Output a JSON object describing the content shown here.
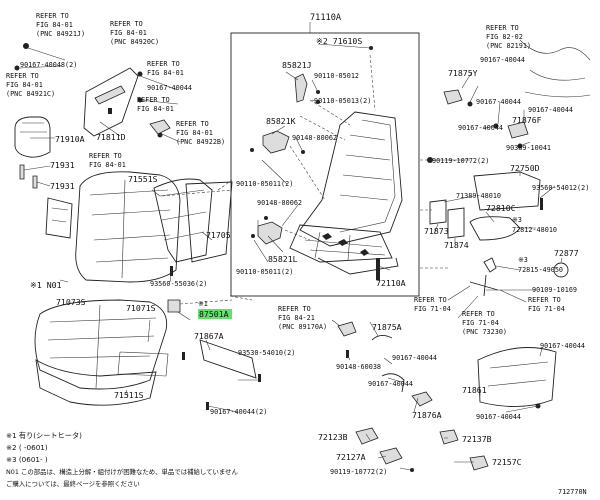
{
  "diagram_id": "712770N",
  "parts": {
    "71110A": "71110A",
    "71610S": "※2 71610S",
    "85821J": "85821J",
    "90110_05012": "90110-05012",
    "90110_05013": "90110-05013(2)",
    "85821K": "85821K",
    "90148_80062a": "90148-80062",
    "90110_05011a": "90110-05011(2)",
    "90148_80062b": "90148-80062",
    "85821L": "85821L",
    "90110_05011b": "90110-05011(2)",
    "72110A": "72110A",
    "71910A": "71910A",
    "71931": "71931",
    "71931b": "71931",
    "71551S": "71551S",
    "71705": "71705",
    "93560_55036": "93560-55036(2)",
    "N01": "※1 N01",
    "71073S": "71073S",
    "71071S": "71071S",
    "87501A_note": "※1",
    "87501A": "87501A",
    "71867A": "71867A",
    "93530_54010": "93530-54010(2)",
    "71511S": "71511S",
    "90167_40044_bl": "90167-40044(2)",
    "90167_40048": "90167-40048(2)",
    "71811D": "71811D",
    "90167_40044_t1": "90167-40044",
    "71875Y": "71875Y",
    "90167_40044_t2": "90167-40044",
    "90167_40044_t3": "90167-40044",
    "90167_40044_t4": "90167-40044",
    "71876F": "71876F",
    "90389_10041": "90389-10041",
    "90119_10772a": "90119-10772(2)",
    "72750D": "72750D",
    "93560_54012": "93560-54012(2)",
    "71389_48010": "71389-48010",
    "72810C": "72810C",
    "72812_48010": "※3\n72812-48010",
    "71873": "71873",
    "71874": "71874",
    "72877": "72877",
    "72815_49050": "※3\n72815-49050",
    "90109_10169": "90109-10169",
    "90148_60038": "90148-60038",
    "71875A": "71875A",
    "90167_40044_m1": "90167-40044",
    "90167_40044_m2": "90167-40044",
    "71876A": "71876A",
    "71861": "71861",
    "90167_40044_r": "90167-40044",
    "72123B": "72123B",
    "72137B": "72137B",
    "72127A": "72127A",
    "90119_10772b": "90119-10772(2)",
    "72157C": "72157C"
  },
  "refs": {
    "r1": [
      "REFER TO",
      "FIG 84-01",
      "(PNC 84921J)"
    ],
    "r2": [
      "REFER TO",
      "FIG 84-01",
      "(PNC 84920C)"
    ],
    "r3": [
      "REFER TO",
      "FIG 84-01",
      "(PNC 84921C)"
    ],
    "r4": [
      "REFER TO",
      "FIG 84-01"
    ],
    "r5": [
      "REFER TO",
      "FIG 84-01"
    ],
    "r6": [
      "REFER TO",
      "FIG 84-01",
      "(PNC 84922B)"
    ],
    "r7": [
      "REFER TO",
      "FIG 84-01"
    ],
    "r8": [
      "REFER TO",
      "FIG 82-02",
      "(PNC 82191)"
    ],
    "r9": [
      "REFER TO",
      "FIG 84-21",
      "(PNC 89170A)"
    ],
    "r10": [
      "REFER TO",
      "FIG 71-04"
    ],
    "r11": [
      "REFER TO",
      "FIG 71-04",
      "(PNC 73230)"
    ],
    "r12": [
      "REFER TO",
      "FIG 71-04"
    ]
  },
  "notes": [
    "※1 有り(シートヒータ)",
    "※2 (     -0601)",
    "※3 (0601-     )",
    "N01 この部品は、構造上分解・組付けが困難なため、単品では補給していません",
    "ご購入については、最終ページを参照ください"
  ]
}
